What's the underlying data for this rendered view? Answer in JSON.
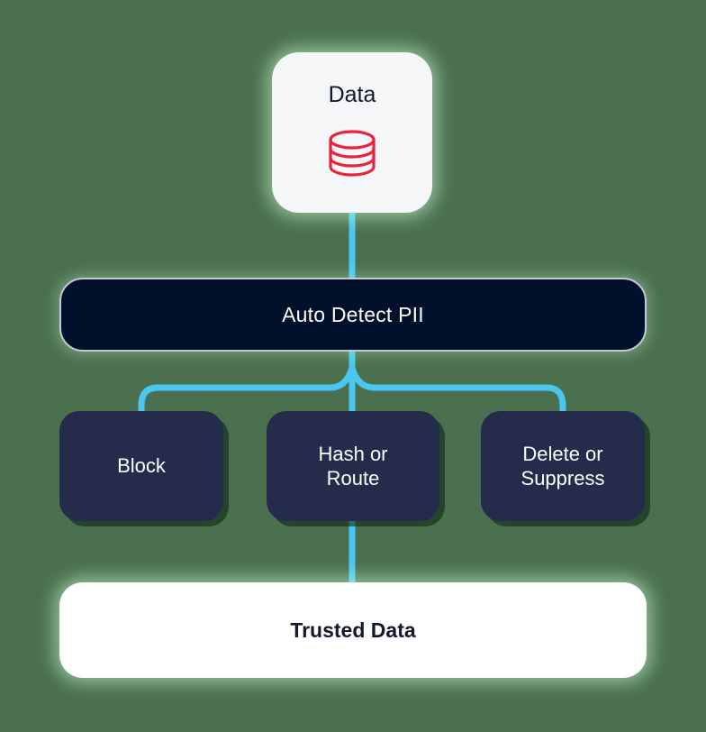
{
  "diagram": {
    "title": "Auto Detect PII data flow",
    "background_color": "#4b7050",
    "connector_color": "#4ac7f0",
    "nodes": {
      "data": {
        "label": "Data",
        "icon": "database-icon",
        "icon_color": "#e8253c",
        "fill": "#f4f6f8",
        "text_color": "#13182e"
      },
      "auto_detect": {
        "label": "Auto Detect PII",
        "fill": "#01112b",
        "border_color": "#c6c8d6",
        "text_color": "#ffffff"
      },
      "block": {
        "label": "Block",
        "fill": "#252b4a",
        "text_color": "#ffffff"
      },
      "hash_route": {
        "label": "Hash or\nRoute",
        "fill": "#252b4a",
        "text_color": "#ffffff"
      },
      "delete_suppress": {
        "label": "Delete or\nSuppress",
        "fill": "#252b4a",
        "text_color": "#ffffff"
      },
      "trusted": {
        "label": "Trusted Data",
        "fill": "#ffffff",
        "text_color": "#13182e"
      }
    },
    "edges": [
      {
        "from": "data",
        "to": "auto_detect"
      },
      {
        "from": "auto_detect",
        "to": "block"
      },
      {
        "from": "auto_detect",
        "to": "hash_route"
      },
      {
        "from": "auto_detect",
        "to": "delete_suppress"
      },
      {
        "from": "hash_route",
        "to": "trusted"
      }
    ]
  }
}
